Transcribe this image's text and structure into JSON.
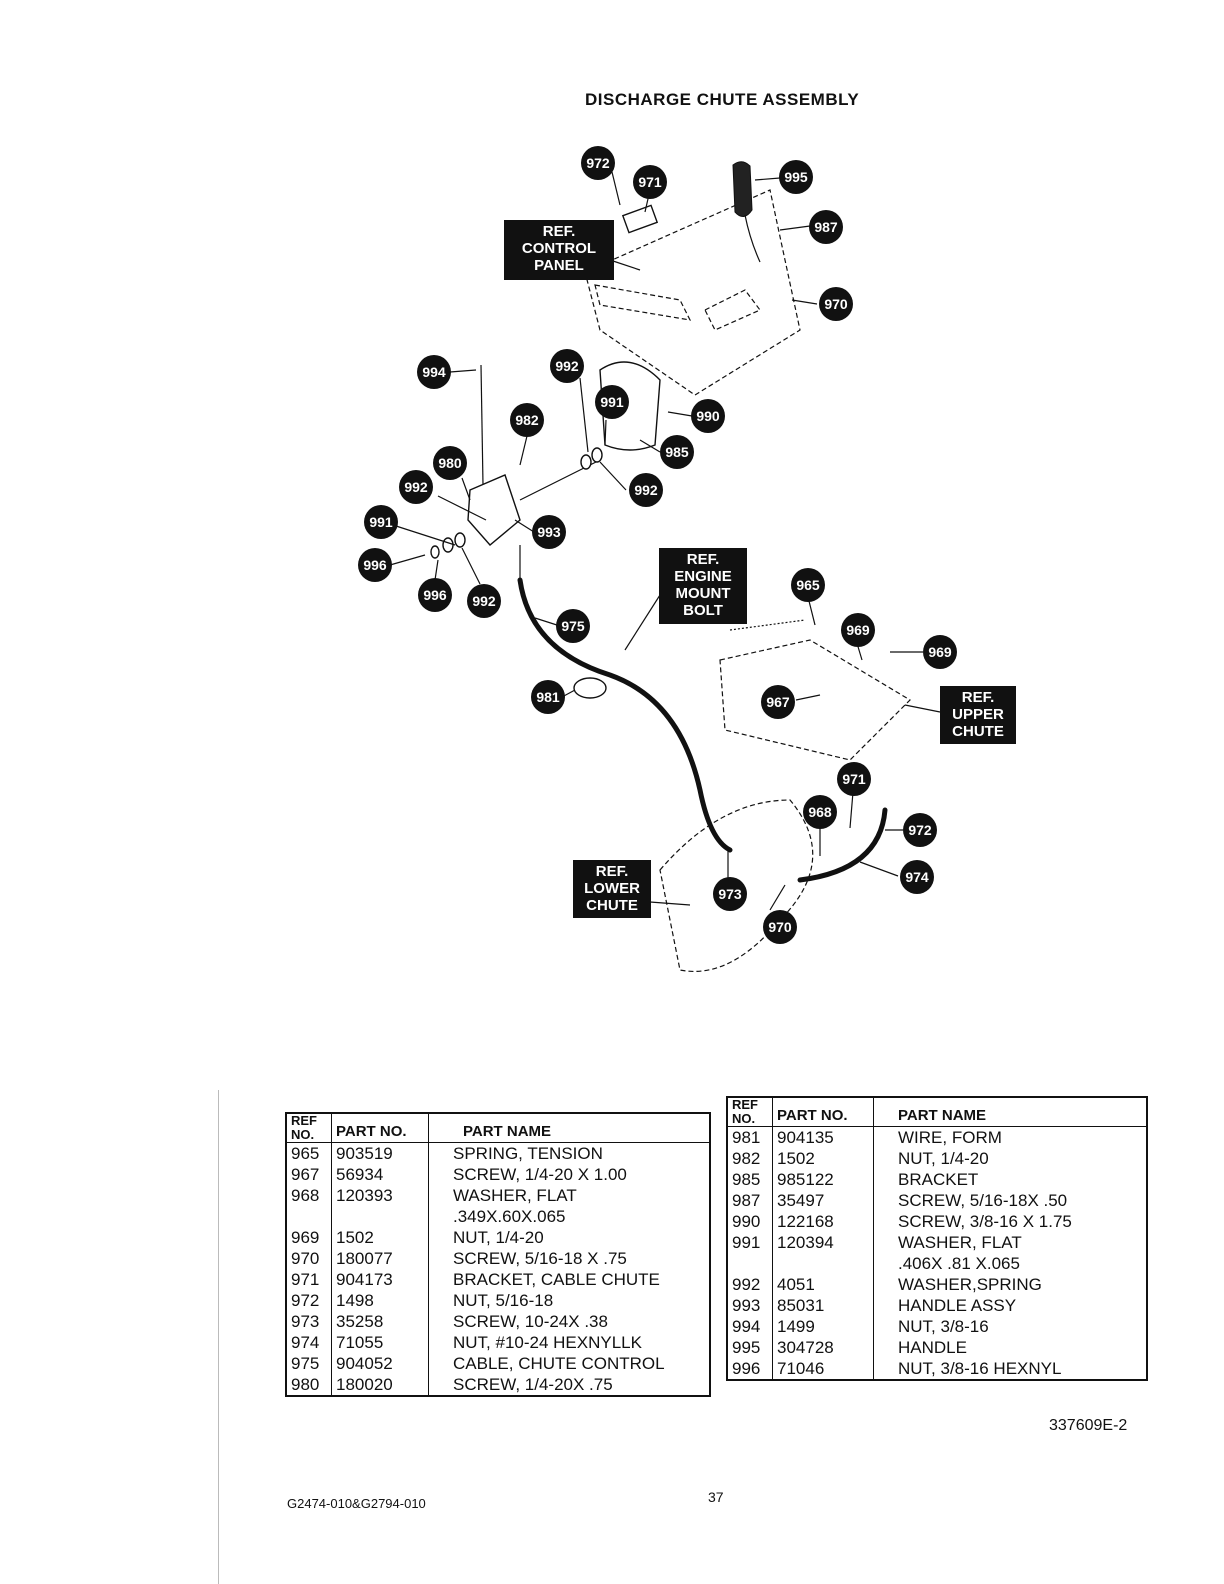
{
  "title": "DISCHARGE CHUTE ASSEMBLY",
  "diagram": {
    "callouts": [
      "972",
      "971",
      "995",
      "987",
      "970",
      "994",
      "992",
      "991",
      "990",
      "982",
      "985",
      "980",
      "992",
      "993",
      "992",
      "991",
      "996",
      "996",
      "992",
      "975",
      "965",
      "969",
      "969",
      "981",
      "967",
      "971",
      "968",
      "972",
      "974",
      "973",
      "970"
    ],
    "ref_labels": [
      {
        "lines": [
          "REF.",
          "CONTROL",
          "PANEL"
        ]
      },
      {
        "lines": [
          "REF.",
          "ENGINE",
          "MOUNT",
          "BOLT"
        ]
      },
      {
        "lines": [
          "REF.",
          "UPPER",
          "CHUTE"
        ]
      },
      {
        "lines": [
          "REF.",
          "LOWER",
          "CHUTE"
        ]
      }
    ]
  },
  "table_left": {
    "headers": {
      "ref": "REF NO.",
      "part_no": "PART NO.",
      "part_name": "PART NAME"
    },
    "rows": [
      {
        "ref": "965",
        "part_no": "903519",
        "part_name": "SPRING, TENSION"
      },
      {
        "ref": "967",
        "part_no": "56934",
        "part_name": "SCREW, 1/4-20 X 1.00"
      },
      {
        "ref": "968",
        "part_no": "120393",
        "part_name": "WASHER, FLAT"
      },
      {
        "ref": "",
        "part_no": "",
        "part_name": ".349X.60X.065"
      },
      {
        "ref": "969",
        "part_no": "1502",
        "part_name": "NUT, 1/4-20"
      },
      {
        "ref": "970",
        "part_no": "180077",
        "part_name": "SCREW, 5/16-18 X .75"
      },
      {
        "ref": "971",
        "part_no": "904173",
        "part_name": "BRACKET, CABLE CHUTE"
      },
      {
        "ref": "972",
        "part_no": "1498",
        "part_name": "NUT, 5/16-18"
      },
      {
        "ref": "973",
        "part_no": "35258",
        "part_name": "SCREW, 10-24X .38"
      },
      {
        "ref": "974",
        "part_no": "71055",
        "part_name": "NUT, #10-24 HEXNYLLK"
      },
      {
        "ref": "975",
        "part_no": "904052",
        "part_name": "CABLE, CHUTE CONTROL"
      },
      {
        "ref": "980",
        "part_no": "180020",
        "part_name": "SCREW, 1/4-20X .75"
      }
    ]
  },
  "table_right": {
    "headers": {
      "ref": "REF NO.",
      "part_no": "PART NO.",
      "part_name": "PART NAME"
    },
    "rows": [
      {
        "ref": "981",
        "part_no": "904135",
        "part_name": "WIRE, FORM"
      },
      {
        "ref": "982",
        "part_no": "1502",
        "part_name": "NUT, 1/4-20"
      },
      {
        "ref": "985",
        "part_no": "985122",
        "part_name": "BRACKET"
      },
      {
        "ref": "987",
        "part_no": "35497",
        "part_name": "SCREW, 5/16-18X .50"
      },
      {
        "ref": "990",
        "part_no": "122168",
        "part_name": "SCREW, 3/8-16 X 1.75"
      },
      {
        "ref": "991",
        "part_no": "120394",
        "part_name": "WASHER, FLAT"
      },
      {
        "ref": "",
        "part_no": "",
        "part_name": ".406X .81 X.065"
      },
      {
        "ref": "992",
        "part_no": "4051",
        "part_name": "WASHER,SPRING"
      },
      {
        "ref": "993",
        "part_no": "85031",
        "part_name": "HANDLE ASSY"
      },
      {
        "ref": "994",
        "part_no": "1499",
        "part_name": "NUT, 3/8-16"
      },
      {
        "ref": "995",
        "part_no": "304728",
        "part_name": "HANDLE"
      },
      {
        "ref": "996",
        "part_no": "71046",
        "part_name": "NUT, 3/8-16 HEXNYL"
      }
    ]
  },
  "doc_number": "337609E-2",
  "footer_model": "G2474-010&G2794-010",
  "page_number": "37"
}
